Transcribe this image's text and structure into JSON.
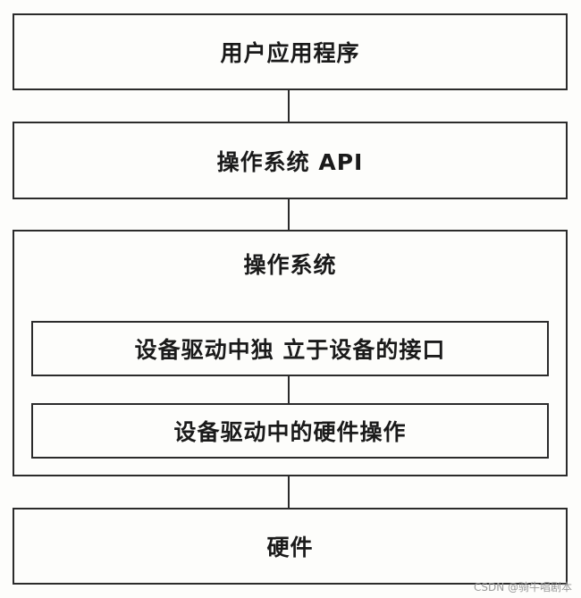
{
  "diagram": {
    "layers": {
      "user_app": "用户应用程序",
      "os_api": "操作系统 API",
      "os": "操作系统",
      "device_independent": "设备驱动中独 立于设备的接口",
      "device_hardware": "设备驱动中的硬件操作",
      "hardware": "硬件"
    }
  },
  "watermark": "CSDN @骑牛唱剧本"
}
